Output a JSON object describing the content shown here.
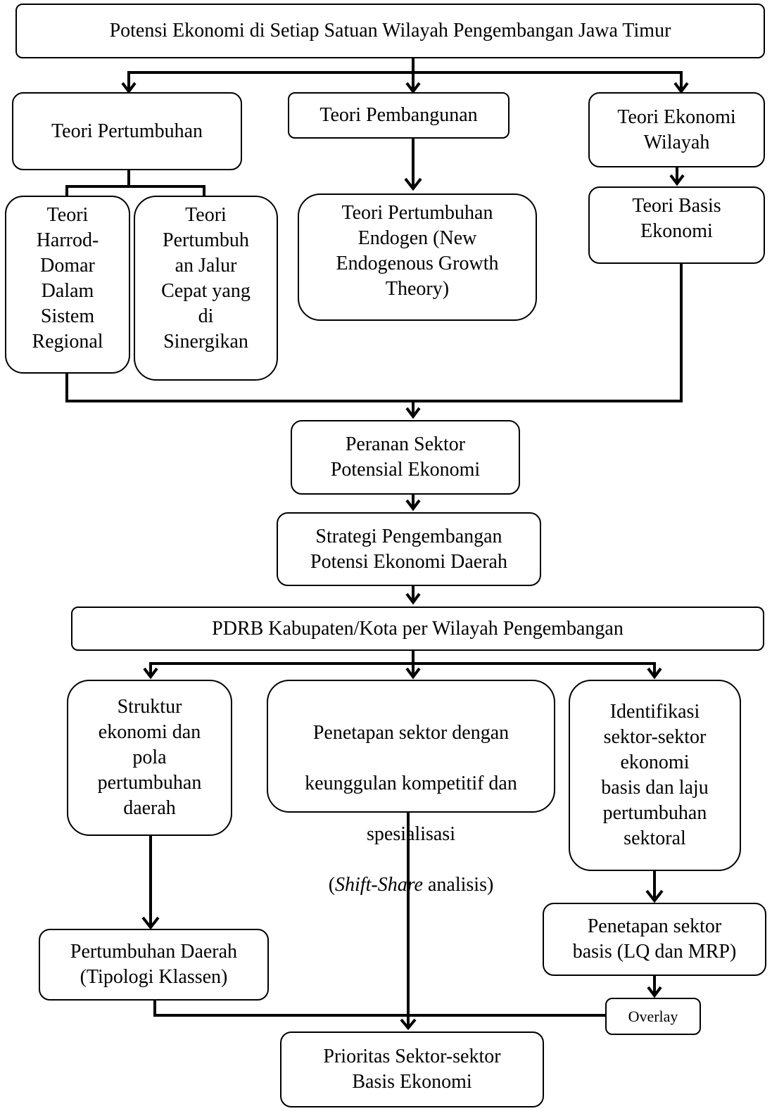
{
  "diagram": {
    "top": "Potensi Ekonomi di Setiap Satuan Wilayah Pengembangan Jawa Timur",
    "teori_pertumbuhan": "Teori Pertumbuhan",
    "teori_pembangunan": "Teori Pembangunan",
    "teori_ekonomi_wilayah": "Teori Ekonomi\nWilayah",
    "harrod_domar": "Teori\nHarrod-\nDomar\nDalam\nSistem\nRegional",
    "jalur_cepat": "Teori\nPertumbuh\nan Jalur\nCepat yang\ndi\nSinergikan",
    "endogen": "Teori Pertumbuhan\nEndogen (New\nEndogenous Growth\nTheory)",
    "basis_ekonomi": "Teori Basis\nEkonomi",
    "peranan": "Peranan Sektor\nPotensial Ekonomi",
    "strategi": "Strategi Pengembangan\nPotensi Ekonomi Daerah",
    "pdrb": "PDRB Kabupaten/Kota per Wilayah Pengembangan",
    "struktur": "Struktur\nekonomi dan\npola\npertumbuhan\ndaerah",
    "penetapan_kompetitif": {
      "line1": "Penetapan sektor dengan",
      "line2": "keunggulan kompetitif dan",
      "line3": "spesialisasi",
      "paren_open": "(",
      "italic": "Shift-Share",
      "rest": " analisis)"
    },
    "identifikasi": "Identifikasi\nsektor-sektor\nekonomi\nbasis dan laju\npertumbuhan\nsektoral",
    "pertumbuhan_daerah": "Pertumbuhan Daerah\n(Tipologi Klassen)",
    "penetapan_basis": "Penetapan sektor\nbasis (LQ dan MRP)",
    "overlay": "Overlay",
    "prioritas": "Prioritas Sektor-sektor\nBasis Ekonomi"
  }
}
